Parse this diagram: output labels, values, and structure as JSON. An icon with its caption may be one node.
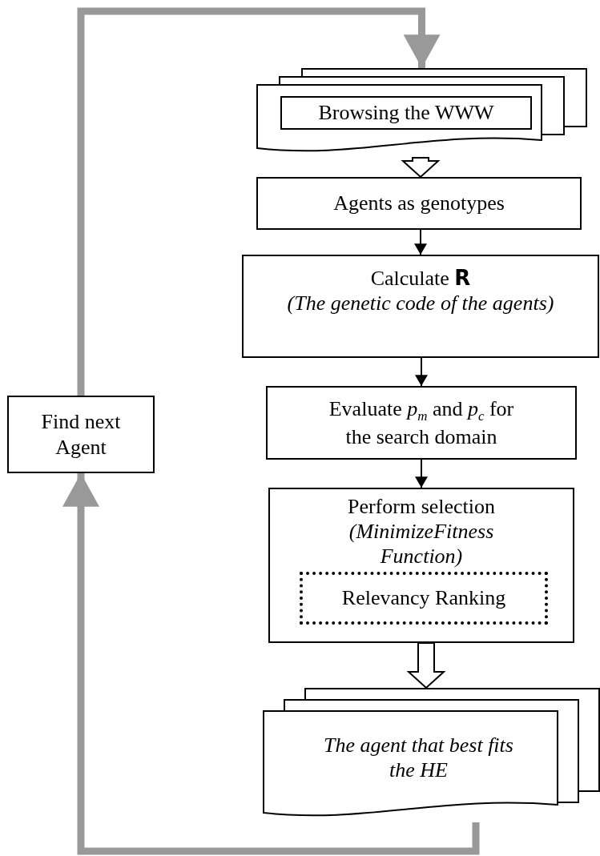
{
  "diagram": {
    "nodes": [
      {
        "text": [],
        "shape": "document"
      },
      {
        "text": [
          "Browsing the WWW"
        ],
        "in": 0
      },
      {
        "text": [
          "Agents as genotypes"
        ]
      },
      {
        "text": [
          "Calculate **R**",
          "(The genetic code of the agents)"
        ]
      },
      {
        "text": [
          "Evaluate *p*$_{m}$ and *p*$_{c}$ for the search domain"
        ]
      },
      {
        "text": [
          "Perform selection",
          "(MinimizeFitness Function)"
        ]
      },
      {
        "text": [
          "Relevancy Ranking"
        ],
        "in": 5
      },
      {
        "text": [
          "The agent that best fits the HE"
        ]
      },
      {
        "text": [
          "Find next Agent"
        ]
      }
    ],
    "edges": [
      {
        "from": 0,
        "to": 2,
        "arrow": "to",
        "style": "thick"
      },
      {
        "from": 2,
        "to": 3,
        "arrow": "to"
      },
      {
        "from": 3,
        "to": 4,
        "arrow": "to"
      },
      {
        "from": 4,
        "to": 5,
        "arrow": "to"
      },
      {
        "from": 5,
        "to": 7,
        "arrow": "to",
        "style": "thick"
      },
      {
        "from": 7,
        "to": 8,
        "arrow": "to",
        "style": "thick",
        "color": "#999999"
      },
      {
        "from": 8,
        "to": 0,
        "arrow": "to",
        "style": "thick",
        "color": "#999999"
      }
    ]
  }
}
